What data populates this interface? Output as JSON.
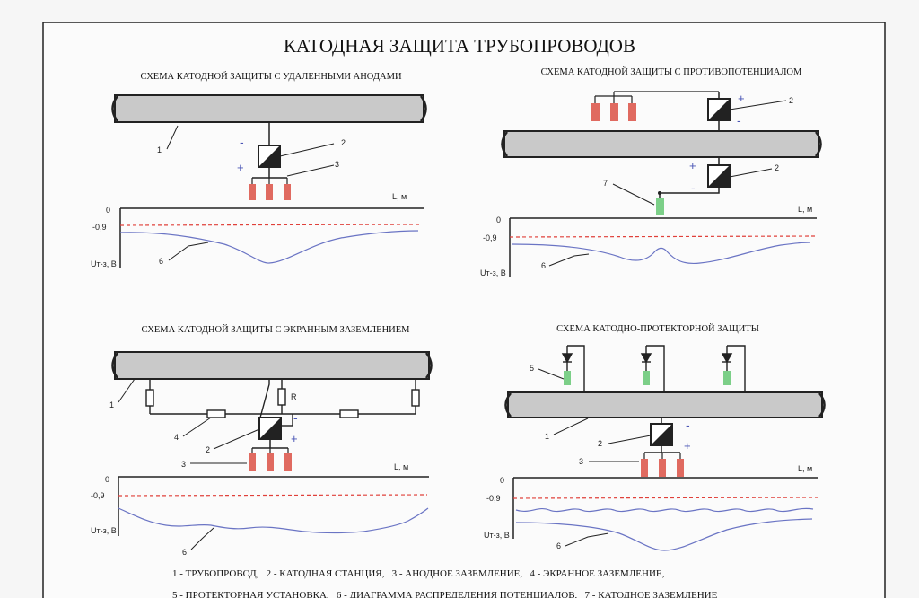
{
  "title": "КАТОДНАЯ ЗАЩИТА ТРУБОПРОВОДОВ",
  "panels": {
    "remote": {
      "heading": "СХЕМА КАТОДНОЙ ЗАЩИТЫ С УДАЛЕННЫМИ АНОДАМИ",
      "callouts": [
        "1",
        "2",
        "3",
        "6"
      ],
      "signs": [
        "-",
        "+"
      ],
      "graph": {
        "zero": "0",
        "level": "-0,9",
        "ylabel": "Uт-з, В",
        "xlabel": "L, м"
      }
    },
    "counter": {
      "heading": "СХЕМА КАТОДНОЙ ЗАЩИТЫ С ПРОТИВОПОТЕНЦИАЛОМ",
      "callouts": [
        "2",
        "2",
        "7",
        "6"
      ],
      "signs": [
        "+",
        "-",
        "+",
        "-"
      ],
      "graph": {
        "zero": "0",
        "level": "-0,9",
        "ylabel": "Uт-з, В",
        "xlabel": "L, м"
      }
    },
    "screen": {
      "heading": "СХЕМА КАТОДНОЙ ЗАЩИТЫ С ЭКРАННЫМ ЗАЗЕМЛЕНИЕМ",
      "callouts": [
        "1",
        "4",
        "2",
        "3",
        "6"
      ],
      "resistor_label": "R",
      "signs": [
        "-",
        "+"
      ],
      "graph": {
        "zero": "0",
        "level": "-0,9",
        "ylabel": "Uт-з, В",
        "xlabel": "L, м"
      }
    },
    "protector": {
      "heading": "СХЕМА КАТОДНО-ПРОТЕКТОРНОЙ ЗАЩИТЫ",
      "callouts": [
        "5",
        "1",
        "2",
        "3",
        "6"
      ],
      "signs": [
        "-",
        "+"
      ],
      "graph": {
        "zero": "0",
        "level": "-0,9",
        "ylabel": "Uт-з, В",
        "xlabel": "L, м"
      }
    }
  },
  "legend": {
    "line1": "1 - ТРУБОПРОВОД,   2 - КАТОДНАЯ СТАНЦИЯ,   3 - АНОДНОЕ ЗАЗЕМЛЕНИЕ,   4 - ЭКРАННОЕ ЗАЗЕМЛЕНИЕ,",
    "line2": "5 - ПРОТЕКТОРНАЯ УСТАНОВКА,   6 - ДИАГРАММА РАСПРЕДЕЛЕНИЯ ПОТЕНЦИАЛОВ,   7 - КАТОДНОЕ ЗАЗЕМЛЕНИЕ"
  },
  "colors": {
    "ink": "#1a1a1a",
    "pipe_fill": "#c9c9c9",
    "anode": "#e06a60",
    "ground": "#7ccf88",
    "potential_curve": "#6a74c4",
    "protection_level": "#e0403a",
    "sign": "#4a55b5"
  }
}
